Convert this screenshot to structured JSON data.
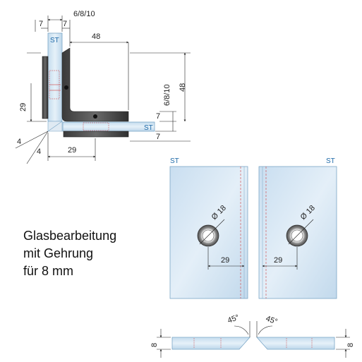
{
  "top_view": {
    "dim_thickness": "6/8/10",
    "dim_left_gap": "7",
    "dim_right_gap": "7",
    "dim_arm_width": "48",
    "dim_vertical_thickness": "6/8/10",
    "dim_total_height": "48",
    "dim_side_29": "29",
    "dim_gap_7_a": "7",
    "dim_gap_7_b": "7",
    "dim_bottom_29": "29",
    "dim_diag_4_a": "4",
    "dim_diag_4_b": "4",
    "label_st_vertical": "ST",
    "label_st_horizontal": "ST"
  },
  "glass_panels": {
    "left_st": "ST",
    "right_st": "ST",
    "left_hole_diameter": "Ø 18",
    "right_hole_diameter": "Ø 18",
    "left_edge_distance": "29",
    "right_edge_distance": "29"
  },
  "caption": {
    "line1": "Glasbearbeitung",
    "line2": "mit Gehrung",
    "line3": "für 8 mm"
  },
  "edge_profiles": {
    "left_thickness": "8",
    "right_thickness": "8",
    "left_angle": "45°",
    "right_angle": "45°"
  },
  "colors": {
    "glass": "#d6e8f4",
    "glass_dark": "#a9c9e0",
    "metal": "#4a4a4a",
    "st_label": "#1f6aa8",
    "cut_line": "#d04040"
  }
}
